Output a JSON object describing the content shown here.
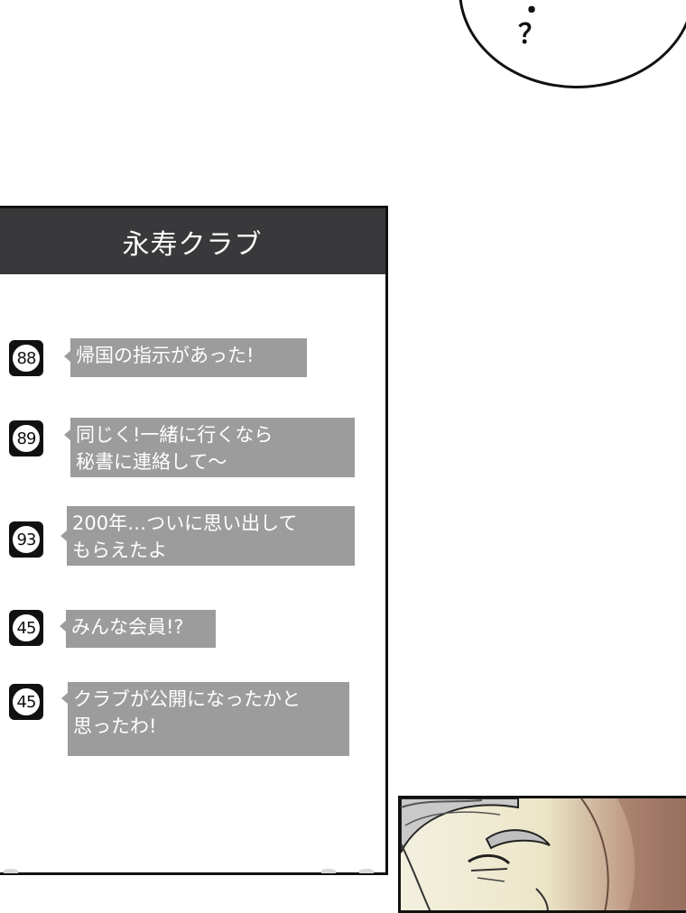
{
  "top_bubble": {
    "text": "・\n？"
  },
  "chat": {
    "title": "永寿クラブ",
    "messages": [
      {
        "age": "88",
        "text": "帰国の指示があった!"
      },
      {
        "age": "89",
        "text": "同じく!一緒に行くなら\n秘書に連絡して〜"
      },
      {
        "age": "93",
        "text": "200年…ついに思い出して\nもらえたよ"
      },
      {
        "age": "45",
        "text": "みんな会員!?"
      },
      {
        "age": "45",
        "text": "クラブが公開になったかと\n思ったわ!"
      }
    ]
  },
  "colors": {
    "header_bg": "#39393b",
    "bubble_bg": "#9c9c9c",
    "border": "#111111"
  },
  "icons": [
    "age-badge-icon"
  ]
}
